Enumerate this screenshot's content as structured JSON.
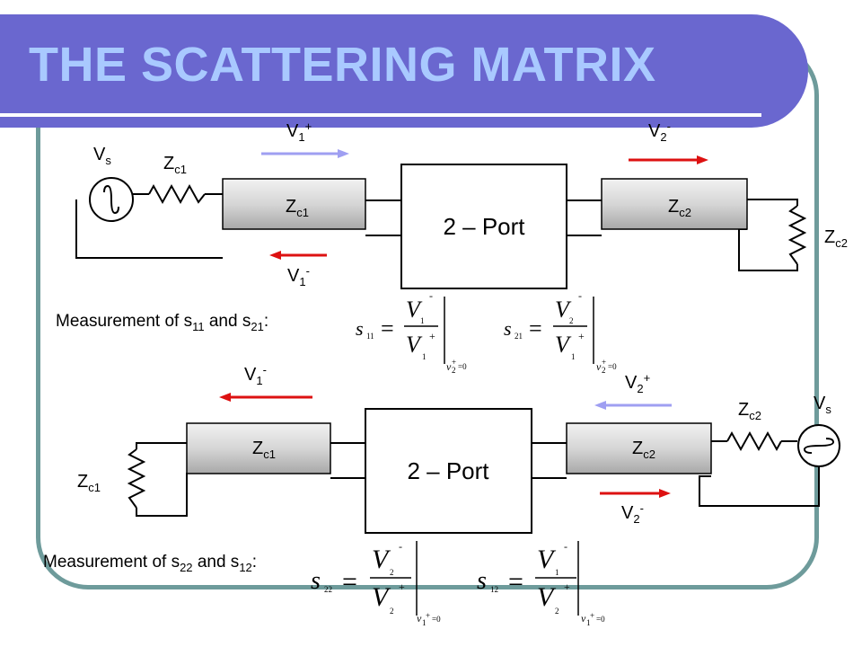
{
  "slide": {
    "title": "THE SCATTERING MATRIX",
    "colors": {
      "banner": "#6a67cf",
      "title_text": "#a9c9ff",
      "frame": "#6e9b9b",
      "incident_arrow": "#9f9ff2",
      "reflected_arrow": "#dd1111"
    }
  },
  "circuit_top": {
    "source_label": "V",
    "source_sub": "s",
    "series_resistor_label": "Z",
    "series_resistor_sub": "c1",
    "line1_label": "Z",
    "line1_sub": "c1",
    "port_label": "2 – Port",
    "line2_label": "Z",
    "line2_sub": "c2",
    "load_label": "Z",
    "load_sub": "c2",
    "v1_incident": "V",
    "v1_incident_sub": "1",
    "v1_incident_sup": "+",
    "v1_reflected": "V",
    "v1_reflected_sub": "1",
    "v1_reflected_sup": "-",
    "v2_reflected": "V",
    "v2_reflected_sub": "2",
    "v2_reflected_sup": "-",
    "caption_pre": "Measurement of s",
    "caption_sub1": "11",
    "caption_mid": " and s",
    "caption_sub2": "21",
    "caption_post": ":",
    "equations": [
      {
        "lhs": "s",
        "lhs_sub": "11",
        "num": "V",
        "num_sub": "1",
        "num_sup": "-",
        "den": "V",
        "den_sub": "1",
        "den_sup": "+",
        "cond": "v",
        "cond_sub": "2",
        "cond_sup": "+",
        "cond_rhs": "=0"
      },
      {
        "lhs": "s",
        "lhs_sub": "21",
        "num": "V",
        "num_sub": "2",
        "num_sup": "-",
        "den": "V",
        "den_sub": "1",
        "den_sup": "+",
        "cond": "v",
        "cond_sub": "2",
        "cond_sup": "+",
        "cond_rhs": "=0"
      }
    ]
  },
  "circuit_bottom": {
    "load_label": "Z",
    "load_sub": "c1",
    "line1_label": "Z",
    "line1_sub": "c1",
    "port_label": "2 – Port",
    "line2_label": "Z",
    "line2_sub": "c2",
    "series_resistor_label": "Z",
    "series_resistor_sub": "c2",
    "source_label": "V",
    "source_sub": "s",
    "v1_reflected": "V",
    "v1_reflected_sub": "1",
    "v1_reflected_sup": "-",
    "v2_incident": "V",
    "v2_incident_sub": "2",
    "v2_incident_sup": "+",
    "v2_reflected": "V",
    "v2_reflected_sub": "2",
    "v2_reflected_sup": "-",
    "caption_pre": "Measurement of s",
    "caption_sub1": "22",
    "caption_mid": " and s",
    "caption_sub2": "12",
    "caption_post": ":",
    "equations": [
      {
        "lhs": "s",
        "lhs_sub": "22",
        "num": "V",
        "num_sub": "2",
        "num_sup": "-",
        "den": "V",
        "den_sub": "2",
        "den_sup": "+",
        "cond": "v",
        "cond_sub": "1",
        "cond_sup": "+",
        "cond_rhs": "=0"
      },
      {
        "lhs": "s",
        "lhs_sub": "12",
        "num": "V",
        "num_sub": "1",
        "num_sup": "-",
        "den": "V",
        "den_sub": "2",
        "den_sup": "+",
        "cond": "v",
        "cond_sub": "1",
        "cond_sup": "+",
        "cond_rhs": "=0"
      }
    ]
  }
}
